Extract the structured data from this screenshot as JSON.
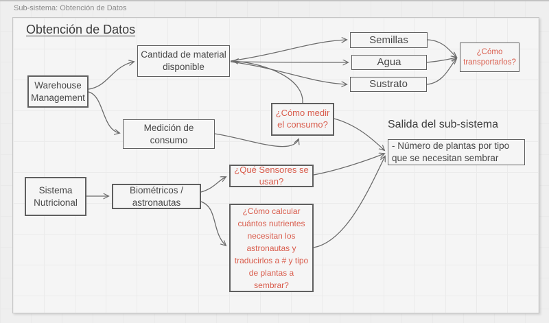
{
  "header": {
    "breadcrumb": "Sub-sistema: Obtención de Datos"
  },
  "canvas": {
    "title": "Obtención de Datos",
    "output_heading": "Salida del sub-sistema",
    "nodes": {
      "warehouse": {
        "label": "Warehouse Management"
      },
      "cantidad": {
        "label": "Cantidad de material disponible"
      },
      "medicion": {
        "label": "Medición de consumo"
      },
      "semillas": {
        "label": "Semillas"
      },
      "agua": {
        "label": "Agua"
      },
      "sustrato": {
        "label": "Sustrato"
      },
      "transportar": {
        "label": "¿Cómo transportarlos?"
      },
      "medir": {
        "label": "¿Cómo medir el consumo?"
      },
      "salida": {
        "label": "- Número de plantas por tipo que se necesitan sembrar"
      },
      "sistema": {
        "label": "Sistema Nutricional"
      },
      "biometricos": {
        "label": "Biométricos / astronautas"
      },
      "sensores": {
        "label": "¿Qué Sensores se usan?"
      },
      "calcular": {
        "label": "¿Cómo calcular cuántos nutrientes necesitan los astronautas y traducirlos a # y tipo de plantas a sembrar?"
      }
    },
    "edges": [
      {
        "from": "Warehouse Management",
        "to": "Cantidad de material disponible"
      },
      {
        "from": "Warehouse Management",
        "to": "Medición de consumo"
      },
      {
        "from": "Cantidad de material disponible",
        "to": "Semillas"
      },
      {
        "from": "Cantidad de material disponible",
        "to": "Agua"
      },
      {
        "from": "Cantidad de material disponible",
        "to": "Sustrato"
      },
      {
        "from": "Semillas",
        "to": "¿Cómo transportarlos?"
      },
      {
        "from": "Agua",
        "to": "¿Cómo transportarlos?"
      },
      {
        "from": "Sustrato",
        "to": "¿Cómo transportarlos?"
      },
      {
        "from": "Medición de consumo",
        "to": "¿Cómo medir el consumo?"
      },
      {
        "from": "¿Cómo medir el consumo?",
        "to": "Cantidad de material disponible"
      },
      {
        "from": "¿Cómo medir el consumo?",
        "to": "- Número de plantas por tipo que se necesitan sembrar"
      },
      {
        "from": "Sistema Nutricional",
        "to": "Biométricos / astronautas"
      },
      {
        "from": "Biométricos / astronautas",
        "to": "¿Qué Sensores se usan?"
      },
      {
        "from": "Biométricos / astronautas",
        "to": "¿Cómo calcular cuántos nutrientes necesitan los astronautas y traducirlos a # y tipo de plantas a sembrar?"
      },
      {
        "from": "¿Qué Sensores se usan?",
        "to": "- Número de plantas por tipo que se necesitan sembrar"
      },
      {
        "from": "¿Cómo calcular cuántos nutrientes necesitan los astronautas y traducirlos a # y tipo de plantas a sembrar?",
        "to": "- Número de plantas por tipo que se necesitan sembrar"
      }
    ],
    "colors": {
      "red_text": "#d95c4c",
      "node_border": "#5f5f5f",
      "edge_stroke": "#6b6b6b",
      "page_bg": "#f5f5f5",
      "outer_bg": "#efefef"
    }
  }
}
